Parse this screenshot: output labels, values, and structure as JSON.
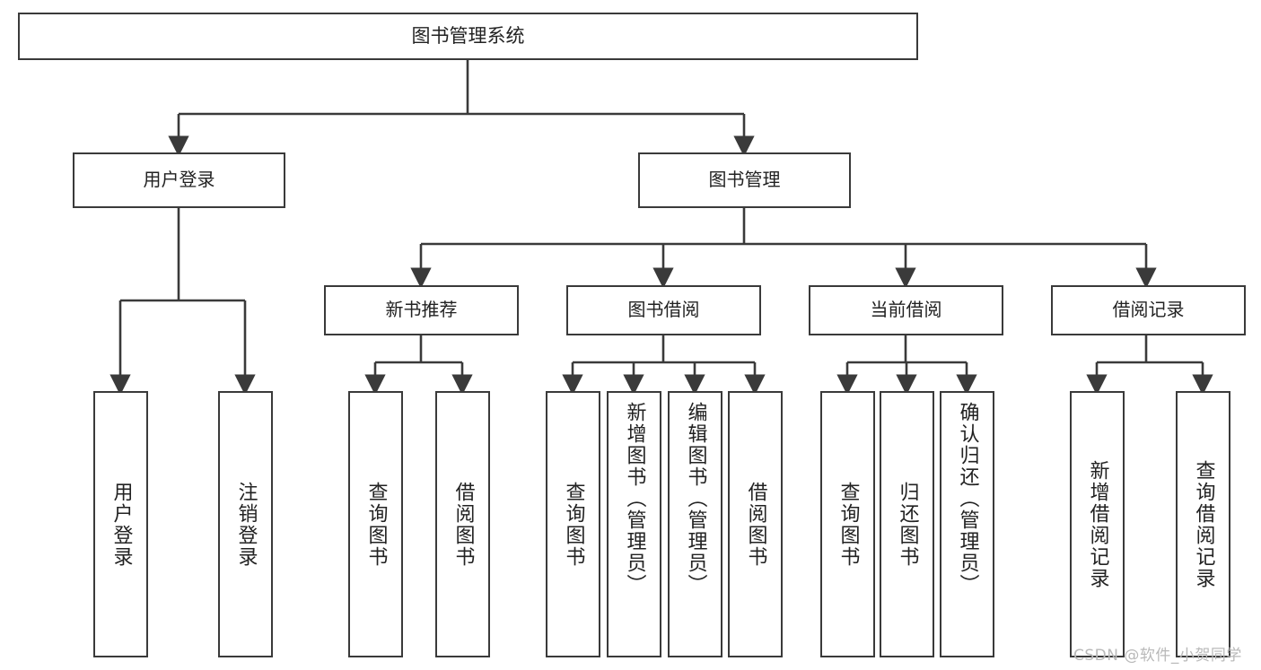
{
  "diagram": {
    "type": "hierarchy-tree",
    "title": "图书管理系统",
    "nodes": {
      "root": {
        "label": "图书管理系统",
        "level": 0
      },
      "user_login": {
        "label": "用户登录",
        "level": 1
      },
      "book_mgmt": {
        "label": "图书管理",
        "level": 1
      },
      "new_book_rec": {
        "label": "新书推荐",
        "level": 2
      },
      "book_borrow": {
        "label": "图书借阅",
        "level": 2
      },
      "current_borrow": {
        "label": "当前借阅",
        "level": 2
      },
      "borrow_record": {
        "label": "借阅记录",
        "level": 2
      },
      "leaf_user_login": {
        "label": "用户登录",
        "level": 3
      },
      "leaf_logout": {
        "label": "注销登录",
        "level": 3
      },
      "leaf_query_book_1": {
        "label": "查询图书",
        "level": 3
      },
      "leaf_borrow_book_1": {
        "label": "借阅图书",
        "level": 3
      },
      "leaf_query_book_2": {
        "label": "查询图书",
        "level": 3
      },
      "leaf_add_book": {
        "label": "新增图书（管理员）",
        "level": 3
      },
      "leaf_edit_book": {
        "label": "编辑图书（管理员）",
        "level": 3
      },
      "leaf_borrow_book_2": {
        "label": "借阅图书",
        "level": 3
      },
      "leaf_query_book_3": {
        "label": "查询图书",
        "level": 3
      },
      "leaf_return_book": {
        "label": "归还图书",
        "level": 3
      },
      "leaf_confirm_return": {
        "label": "确认归还（管理员）",
        "level": 3
      },
      "leaf_add_record": {
        "label": "新增借阅记录",
        "level": 3
      },
      "leaf_query_record": {
        "label": "查询借阅记录",
        "level": 3
      }
    },
    "edges": [
      {
        "from": "root",
        "to": "user_login"
      },
      {
        "from": "root",
        "to": "book_mgmt"
      },
      {
        "from": "user_login",
        "to": "leaf_user_login"
      },
      {
        "from": "user_login",
        "to": "leaf_logout"
      },
      {
        "from": "book_mgmt",
        "to": "new_book_rec"
      },
      {
        "from": "book_mgmt",
        "to": "book_borrow"
      },
      {
        "from": "book_mgmt",
        "to": "current_borrow"
      },
      {
        "from": "book_mgmt",
        "to": "borrow_record"
      },
      {
        "from": "new_book_rec",
        "to": "leaf_query_book_1"
      },
      {
        "from": "new_book_rec",
        "to": "leaf_borrow_book_1"
      },
      {
        "from": "book_borrow",
        "to": "leaf_query_book_2"
      },
      {
        "from": "book_borrow",
        "to": "leaf_add_book"
      },
      {
        "from": "book_borrow",
        "to": "leaf_edit_book"
      },
      {
        "from": "book_borrow",
        "to": "leaf_borrow_book_2"
      },
      {
        "from": "current_borrow",
        "to": "leaf_query_book_3"
      },
      {
        "from": "current_borrow",
        "to": "leaf_return_book"
      },
      {
        "from": "current_borrow",
        "to": "leaf_confirm_return"
      },
      {
        "from": "borrow_record",
        "to": "leaf_add_record"
      },
      {
        "from": "borrow_record",
        "to": "leaf_query_record"
      }
    ],
    "colors": {
      "box_border": "#3a3a3a",
      "box_fill": "#ffffff",
      "connector": "#3a3a3a",
      "text": "#222222",
      "background": "#ffffff",
      "watermark": "#b9b9b9"
    }
  },
  "watermark": {
    "text": "CSDN @软件_小贺同学"
  }
}
